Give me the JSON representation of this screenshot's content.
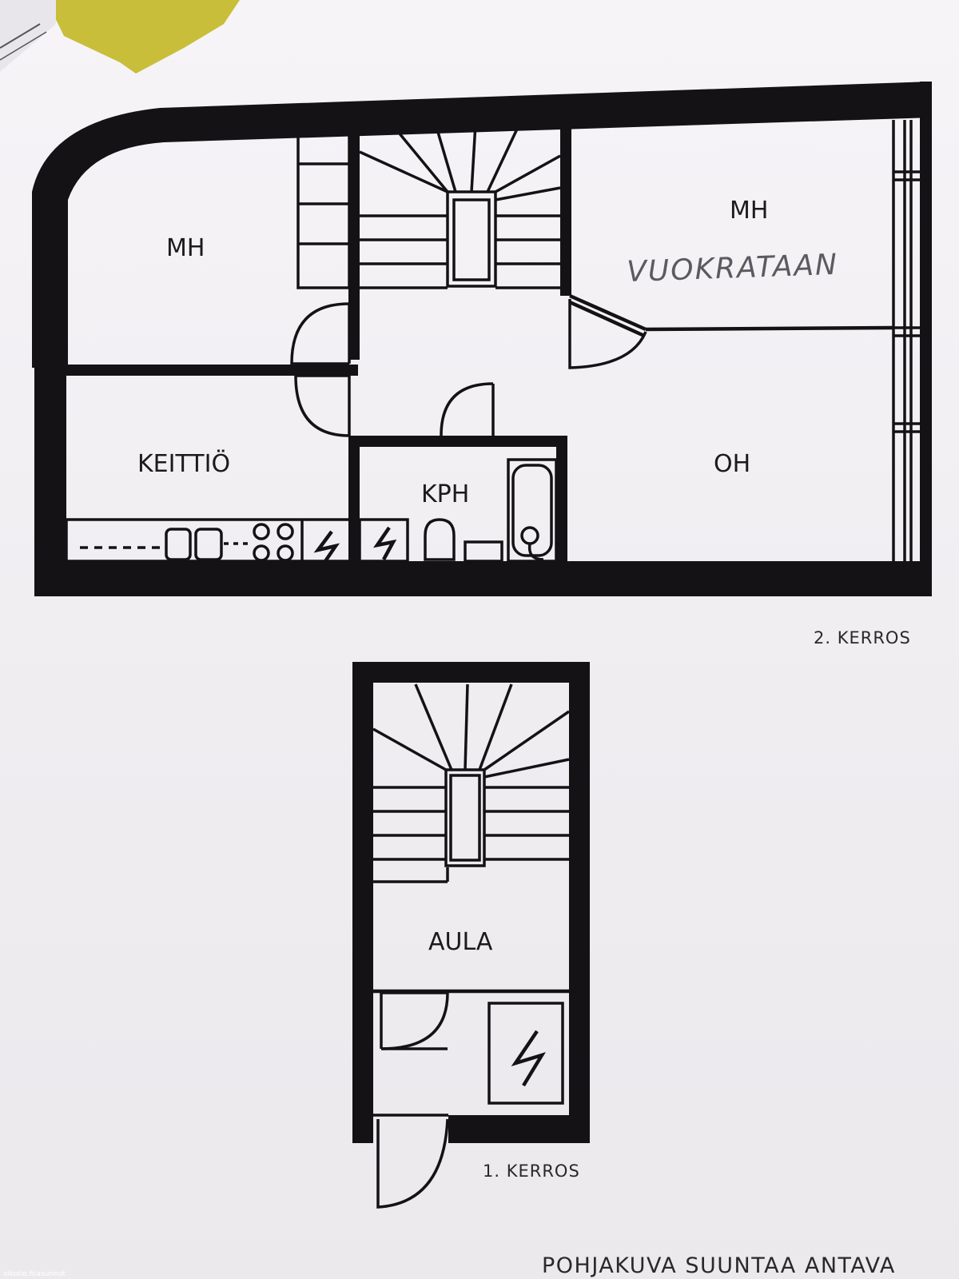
{
  "floor2": {
    "rooms": {
      "bedroom_left": "MH",
      "bedroom_right": "MH",
      "kitchen": "KEITTIÖ",
      "bathroom": "KPH",
      "living_room": "OH"
    },
    "handwritten_note": "VUOKRATAAN",
    "caption": "2. KERROS"
  },
  "floor1": {
    "rooms": {
      "lobby": "AULA"
    },
    "caption": "1. KERROS"
  },
  "footer": {
    "text": "POHJAKUVA SUUNTAA ANTAVA"
  },
  "watermark": "oikotie.fi/asunnot",
  "colors": {
    "wall": "#141214",
    "paper": "#f3f1f4",
    "corner_paper": "#c9be3a"
  }
}
